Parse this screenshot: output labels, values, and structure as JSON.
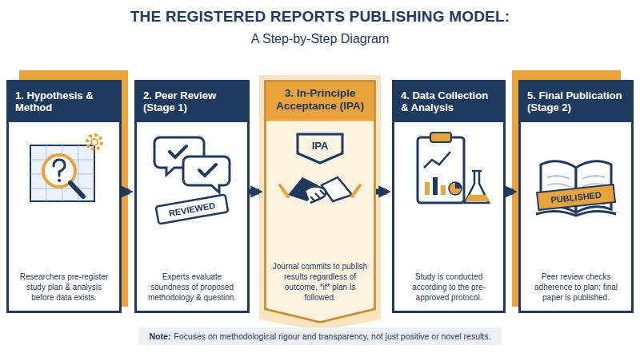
{
  "diagram": {
    "title": "THE REGISTERED REPORTS PUBLISHING MODEL:",
    "nodes": [
      {
        "text": [
          "1. Hypothesis & Method",
          "Researchers pre-register study plan & analysis before data exists."
        ]
      },
      {
        "text": [
          "2. Peer Review (Stage 1)",
          "Experts evaluate soundness of proposed methodology & question."
        ]
      },
      {
        "text": [
          "3. In-Principle Acceptance (IPA)",
          "Journal commits to publish results regardless of outcome, *if* plan is followed."
        ]
      },
      {
        "text": [
          "4. Data Collection & Analysis",
          "Study is conducted according to the pre-approved protocol."
        ]
      },
      {
        "text": [
          "5. Final Publication (Stage 2)",
          "Peer review checks adherence to plan; final paper is published."
        ]
      }
    ],
    "edges": [
      {
        "from": 0,
        "to": 1,
        "arrow": "to"
      },
      {
        "from": 1,
        "to": 2,
        "arrow": "to"
      },
      {
        "from": 2,
        "to": 3,
        "arrow": "to"
      },
      {
        "from": 3,
        "to": 4,
        "arrow": "to"
      }
    ],
    "labels": [
      "A Step-by-Step Diagram",
      "REVIEWED",
      "IPA",
      "PUBLISHED",
      "Note:",
      "Focuses on methodological rigour and transparency, not just positive or novel results."
    ]
  }
}
